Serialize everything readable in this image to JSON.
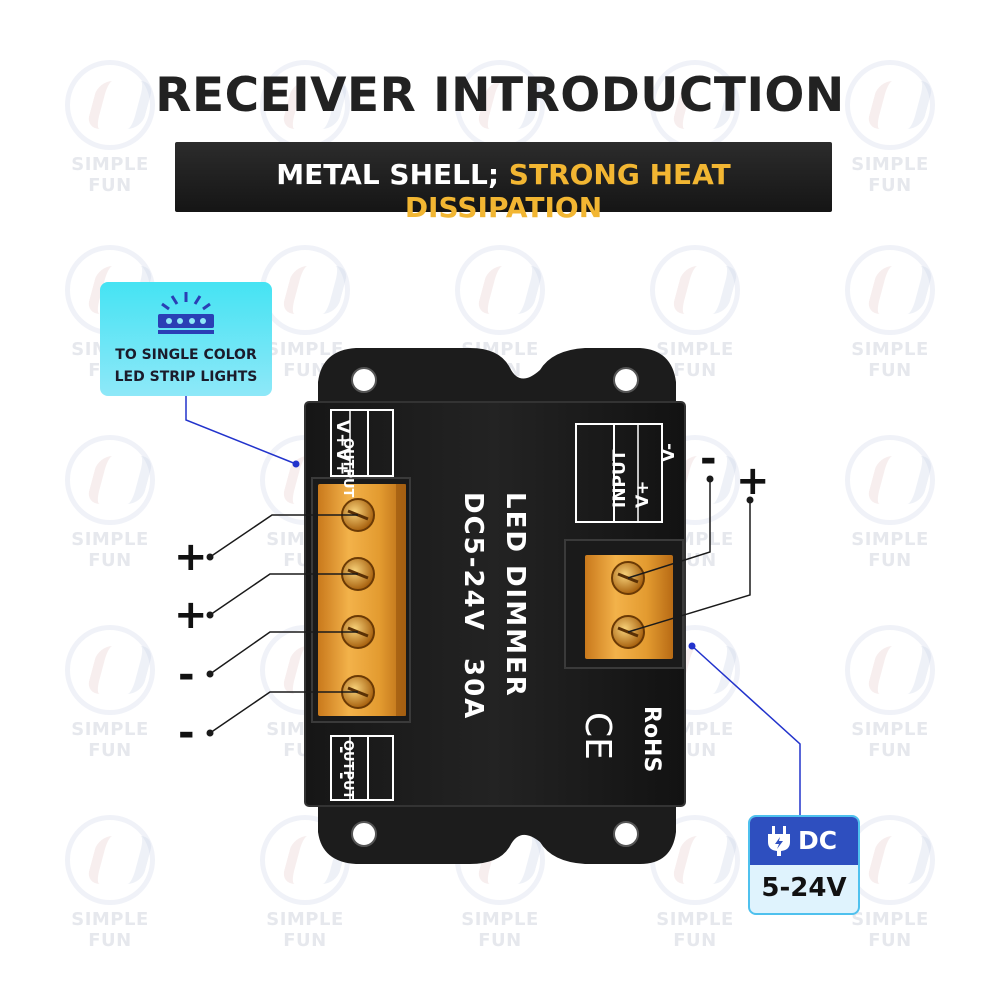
{
  "heading": {
    "title": "RECEIVER INTRODUCTION",
    "banner_white": "METAL SHELL;",
    "banner_yellow": "STRONG HEAT DISSIPATION"
  },
  "watermark": {
    "text": "SIMPLE FUN"
  },
  "callout_strip": {
    "line1": "TO SINGLE COLOR",
    "line2": "LED STRIP LIGHTS",
    "icon": "led-strip-icon"
  },
  "callout_dc": {
    "label": "DC",
    "range": "5-24V",
    "icon": "plug-icon"
  },
  "device": {
    "name": "LED DIMMER",
    "spec_voltage": "DC5-24V",
    "spec_current": "30A",
    "output_top_title": "OUTPUT",
    "output_top_terminals": [
      "V+",
      "V+"
    ],
    "output_bottom_title": "OUTPUT",
    "output_bottom_terminals": [
      "-",
      "-"
    ],
    "input_title": "INPUT",
    "input_terminals": [
      "V+",
      "V-"
    ],
    "cert_ce": "CE",
    "cert_rohs": "RoHS"
  },
  "polarity": {
    "left": [
      "+",
      "+",
      "-",
      "-"
    ],
    "right": [
      "-",
      "+"
    ]
  },
  "colors": {
    "banner_yellow": "#f2b632",
    "terminal_orange": "#e8a23a",
    "dc_blue": "#2e4fbf",
    "callout_cyan": "#45e3f3",
    "line_blue": "#2233cc"
  }
}
